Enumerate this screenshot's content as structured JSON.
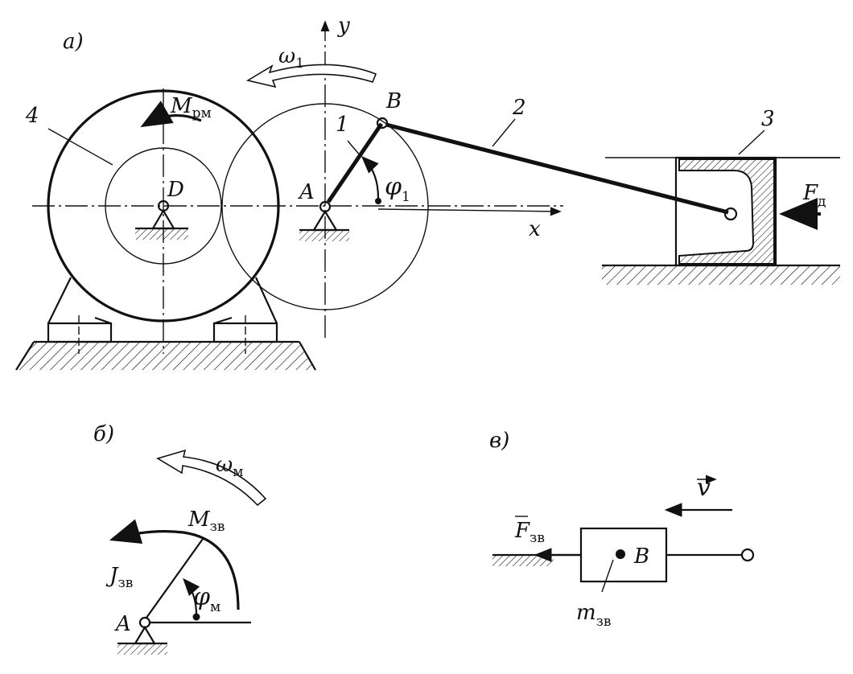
{
  "panels": {
    "a": "a)",
    "b": "б)",
    "c": "в)"
  },
  "labels_a": {
    "y": "y",
    "x": "x",
    "omega": "ω",
    "omega_sub": "1",
    "B": "B",
    "link1": "1",
    "link2": "2",
    "link3": "3",
    "link4": "4",
    "A": "A",
    "D": "D",
    "phi": "φ",
    "phi_sub": "1",
    "M": "M",
    "M_sub": "рм",
    "F": "F",
    "F_sub": "д"
  },
  "labels_b": {
    "omega": "ω",
    "omega_sub": "м",
    "M": "M",
    "M_sub": "зв",
    "J": "J",
    "J_sub": "зв",
    "A": "A",
    "phi": "φ",
    "phi_sub": "м"
  },
  "labels_c": {
    "v": "v",
    "F": "F",
    "F_sub": "зв",
    "B": "B",
    "m": "m",
    "m_sub": "зв"
  }
}
